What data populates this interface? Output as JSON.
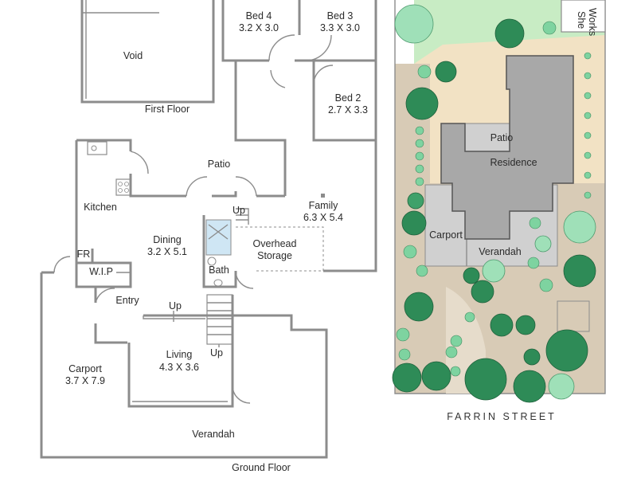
{
  "floor_plan": {
    "first_floor": {
      "caption": "First Floor",
      "rooms": [
        {
          "name": "Void",
          "size": ""
        },
        {
          "name": "Bed 4",
          "size": "3.2 X 3.0"
        },
        {
          "name": "Bed 3",
          "size": "3.3 X 3.0"
        },
        {
          "name": "Bed 2",
          "size": "2.7 X 3.3"
        }
      ]
    },
    "ground_floor": {
      "caption": "Ground Floor",
      "rooms": [
        {
          "name": "Patio",
          "size": ""
        },
        {
          "name": "Kitchen",
          "size": ""
        },
        {
          "name": "Family",
          "size": "6.3 X 5.4"
        },
        {
          "name": "Dining",
          "size": "3.2 X 5.1"
        },
        {
          "name": "Overhead",
          "size": "Storage"
        },
        {
          "name": "FR",
          "size": ""
        },
        {
          "name": "W.I.P",
          "size": ""
        },
        {
          "name": "Bath",
          "size": ""
        },
        {
          "name": "Entry",
          "size": ""
        },
        {
          "name": "Carport",
          "size": "3.7 X 7.9"
        },
        {
          "name": "Living",
          "size": "4.3 X 3.6"
        },
        {
          "name": "Verandah",
          "size": ""
        }
      ],
      "stair_labels": [
        "Up",
        "Up",
        "Up"
      ]
    }
  },
  "site_plan": {
    "labels": {
      "shed": "She",
      "workshop": "Works",
      "patio": "Patio",
      "residence": "Residence",
      "carport": "Carport",
      "verandah": "Verandah"
    },
    "street": "FARRIN STREET"
  },
  "colors": {
    "wall": "#8c8c8c",
    "lawn": "#c8ecc4",
    "paving": "#f2e2c4",
    "gravel": "#d8cbb6",
    "roof_main": "#a8a8a8",
    "roof_light": "#d0d0d0",
    "tree_dark": "#2e8b57",
    "tree_light": "#9fe0b8",
    "tiles": "#cfe6f4"
  }
}
